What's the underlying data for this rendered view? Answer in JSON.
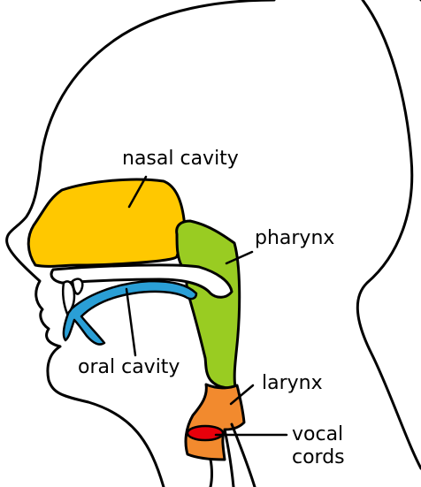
{
  "labels": {
    "nasal_cavity": "nasal cavity",
    "pharynx": "pharynx",
    "oral_cavity": "oral cavity",
    "larynx": "larynx",
    "vocal_line1": "vocal",
    "vocal_line2": "cords"
  },
  "colors": {
    "nasal_cavity": "#FFC800",
    "pharynx": "#99CC22",
    "oral_cavity": "#2A9FD6",
    "larynx": "#F28A2E",
    "vocal_cords": "#E8000B",
    "outline": "#000000",
    "background": "#FFFFFF"
  }
}
